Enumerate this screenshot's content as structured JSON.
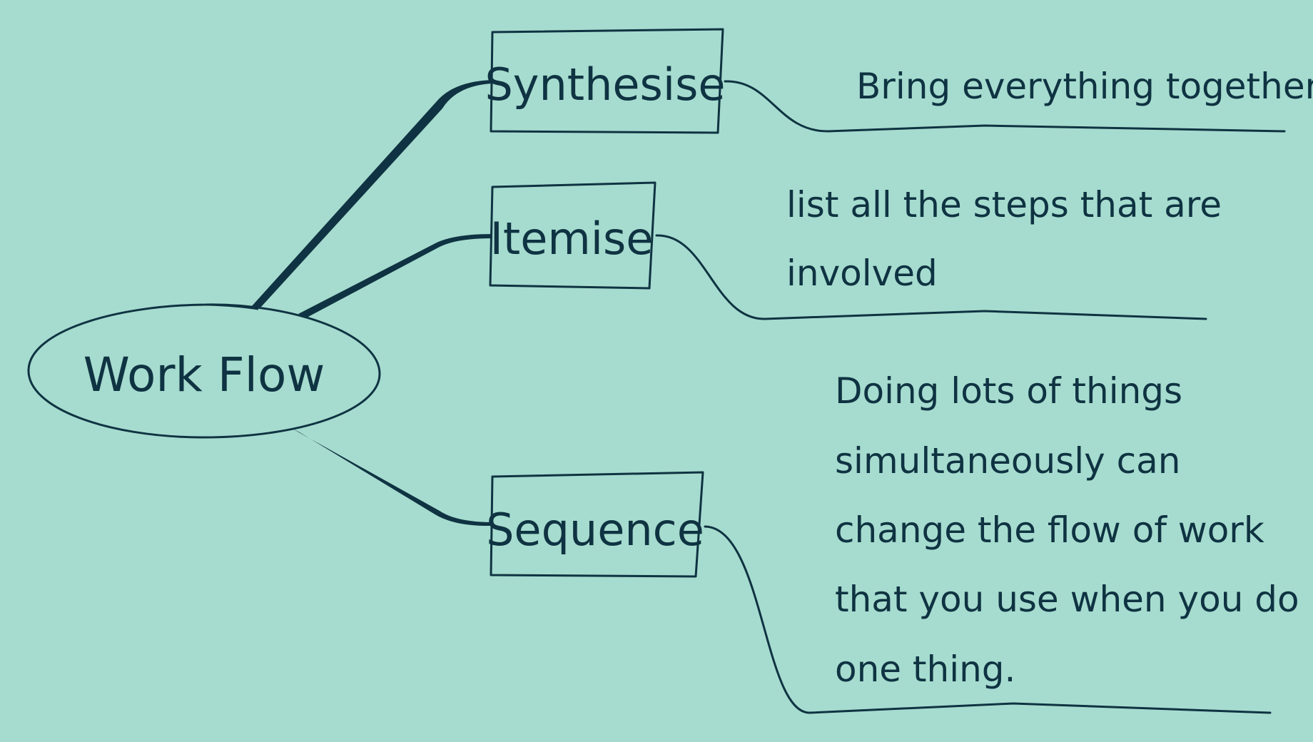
{
  "diagram": {
    "colors": {
      "background": "#a6dccf",
      "ink": "#0f3342"
    },
    "central_topic": {
      "label": "Work Flow"
    },
    "branches": [
      {
        "label": "Synthesise",
        "note_lines": [
          "Bring everything together"
        ]
      },
      {
        "label": "Itemise",
        "note_lines": [
          "list all the steps that are",
          "involved"
        ]
      },
      {
        "label": "Sequence",
        "note_lines": [
          "Doing lots of things",
          "simultaneously can",
          "change the flow of work",
          "that you use when you do",
          "one thing."
        ]
      }
    ]
  }
}
